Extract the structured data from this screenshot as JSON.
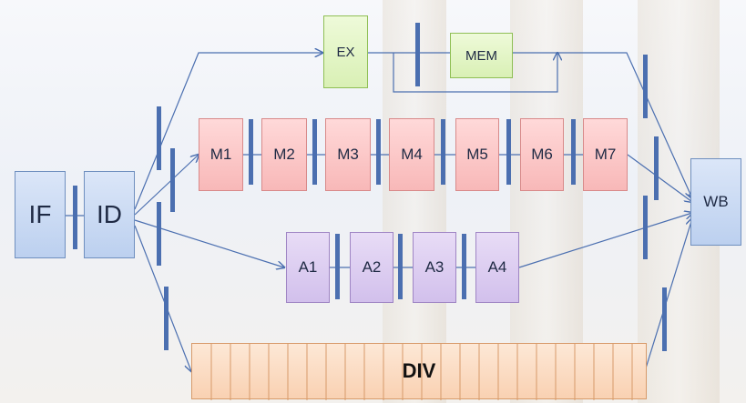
{
  "stages": {
    "if": "IF",
    "id": "ID",
    "ex": "EX",
    "mem": "MEM",
    "wb": "WB",
    "div": "DIV"
  },
  "mult": [
    "M1",
    "M2",
    "M3",
    "M4",
    "M5",
    "M6",
    "M7"
  ],
  "add": [
    "A1",
    "A2",
    "A3",
    "A4"
  ],
  "colors": {
    "wire": "#4b6fb0",
    "latch": "#4b6fb0",
    "int_stage": "#d9f0b5",
    "mult_stage": "#f8b8b8",
    "add_stage": "#d2c0ec",
    "div_stage": "#f9d1b2",
    "front_stage": "#bcd0ef"
  }
}
